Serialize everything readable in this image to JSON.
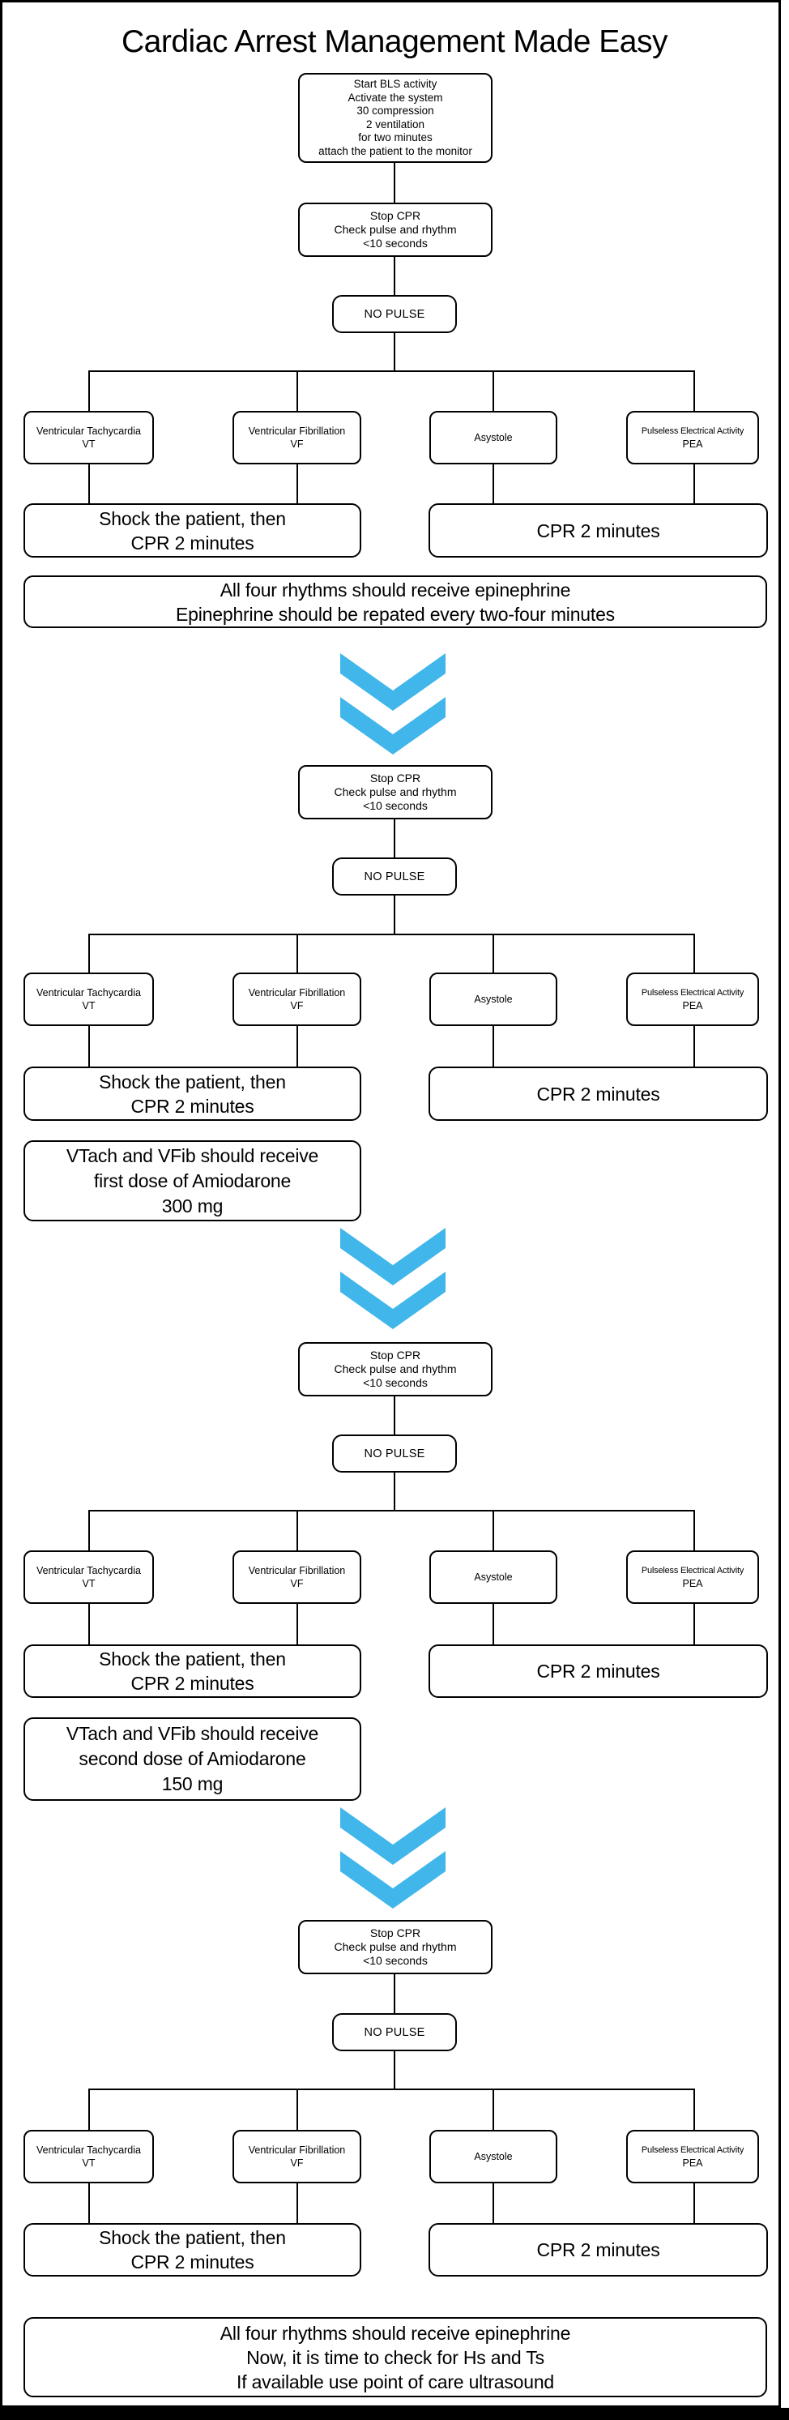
{
  "title": "Cardiac Arrest Management Made Easy",
  "colors": {
    "accent_blue": "#41B6EA",
    "line_black": "#000000",
    "background": "#FFFFFF"
  },
  "start_box": {
    "lines": [
      "Start BLS activity",
      "Activate the system",
      "30 compression",
      "2 ventilation",
      "for two minutes",
      "attach the patient to the monitor"
    ]
  },
  "stop_cpr_box": {
    "lines": [
      "Stop CPR",
      "Check pulse and rhythm",
      "<10 seconds"
    ]
  },
  "no_pulse_label": "NO PULSE",
  "rhythms": [
    {
      "name": "Ventricular Tachycardia",
      "abbr": "VT"
    },
    {
      "name": "Ventricular Fibrillation",
      "abbr": "VF"
    },
    {
      "name": "Asystole",
      "abbr": ""
    },
    {
      "name": "Pulseless Electrical Activity",
      "abbr": "PEA"
    }
  ],
  "shock_box": {
    "lines": [
      "Shock the patient, then",
      "CPR 2 minutes"
    ]
  },
  "cpr_box_label": "CPR 2 minutes",
  "notes": {
    "epinephrine": {
      "lines": [
        "All four rhythms should receive epinephrine",
        "Epinephrine should be repated every two-four minutes"
      ]
    },
    "amiodarone_first": {
      "lines": [
        "VTach and VFib should receive",
        "first dose of Amiodarone",
        "300 mg"
      ]
    },
    "amiodarone_second": {
      "lines": [
        "VTach and VFib should receive",
        "second dose of Amiodarone",
        "150 mg"
      ]
    },
    "final": {
      "lines": [
        "All four rhythms should receive epinephrine",
        "Now, it is time to check for Hs and Ts",
        "If available use point of care ultrasound"
      ]
    }
  },
  "icons": {
    "chevron": "double-chevron-down"
  }
}
